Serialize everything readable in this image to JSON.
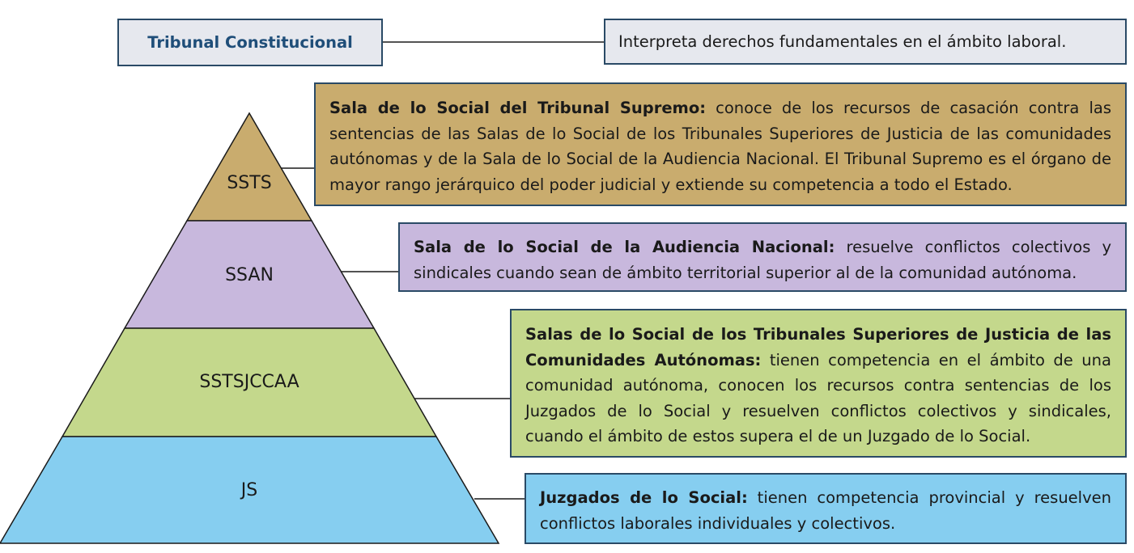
{
  "colors": {
    "border": "#2a4a66",
    "tc_fill": "#e6e8ee",
    "tc_title": "#1f4e79",
    "ssts": "#c9ac6e",
    "ssan": "#c8b8dd",
    "sstsjccaa": "#c4d88c",
    "js": "#86cef0"
  },
  "tribunal_constitucional": {
    "title": "Tribunal Constitucional",
    "description": "Interpreta derechos fundamentales en el ámbito laboral."
  },
  "pyramid": {
    "levels": [
      {
        "label": "SSTS"
      },
      {
        "label": "SSAN"
      },
      {
        "label": "SSTSJCCAA"
      },
      {
        "label": "JS"
      }
    ]
  },
  "descriptions": {
    "ssts": {
      "heading": "Sala de lo Social del Tribunal Supremo:",
      "text": " conoce de los recursos de casación contra las sentencias de las Salas de lo Social de los Tribunales Superiores de Justicia de las comunidades autónomas y de la Sala de lo Social de la Audiencia Nacional. El Tribunal Supremo es el órgano de mayor rango jerárquico del poder judicial y extiende su competencia a todo el Estado."
    },
    "ssan": {
      "heading": "Sala de lo Social de la Audiencia Nacional:",
      "text": " resuelve conflictos colectivos y sindicales cuando sean de ámbito territorial superior al de la comunidad autónoma."
    },
    "sstsjccaa": {
      "heading": "Salas de lo Social de los Tribunales Superiores de Justicia de las Comunidades Autónomas:",
      "text": " tienen competencia en el ámbito de una comunidad autónoma, conocen los recursos contra sentencias de los Juzgados de lo Social y resuelven conflictos colectivos y sindicales, cuando el ámbito de estos supera el de un Juzgado de lo Social."
    },
    "js": {
      "heading": "Juzgados de lo Social:",
      "text": " tienen competencia provincial y resuelven conflictos laborales individuales y colectivos."
    }
  }
}
